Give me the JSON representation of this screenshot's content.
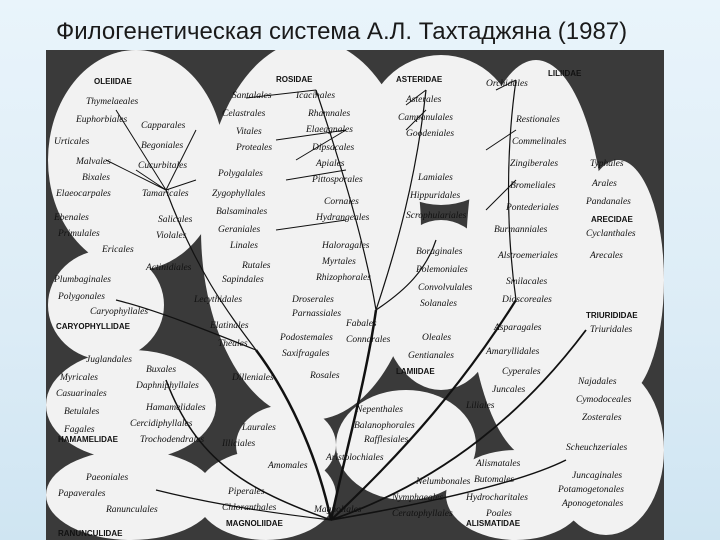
{
  "title": "Филогенетическая система А.Л. Тахтаджяна (1987)",
  "groups": {
    "oleiidae": "OLEIIDAE",
    "rosidae": "ROSIDAE",
    "asteridae": "ASTERIDAE",
    "liliidae": "LILIIDAE",
    "arecidae": "ARECIDAE",
    "caryophyllidae": "CARYOPHYLLIDAE",
    "triurididae": "TRIURIDIDAE",
    "lamiidae": "LAMIIDAE",
    "hamamelidae": "HAMAMELIDAE",
    "ranunculidae": "RANUNCULIDAE",
    "magnoliidae": "MAGNOLIIDAE",
    "alismatidae": "ALISMATIDAE"
  },
  "orders": [
    "Thymelaeales",
    "Euphorbiales",
    "Capparales",
    "Urticales",
    "Begoniales",
    "Malvales",
    "Cucurbitales",
    "Bixales",
    "Elaeocarpales",
    "Tamaricales",
    "Salicales",
    "Ebenales",
    "Violales",
    "Primulales",
    "Ericales",
    "Actinidiales",
    "Plumbaginales",
    "Polygonales",
    "Caryophyllales",
    "Juglandales",
    "Myricales",
    "Casuarinales",
    "Betulales",
    "Fagales",
    "Buxales",
    "Daphniphyllales",
    "Hamamelidales",
    "Cercidiphyllales",
    "Trochodendrales",
    "Paeoniales",
    "Papaverales",
    "Ranunculales",
    "Santalales",
    "Icacinales",
    "Celastrales",
    "Rhamnales",
    "Vitales",
    "Elaeagnales",
    "Proteales",
    "Dipsacales",
    "Polygalales",
    "Apiales",
    "Pittosporales",
    "Zygophyllales",
    "Balsaminales",
    "Cornales",
    "Hydrangeales",
    "Geraniales",
    "Linales",
    "Haloragales",
    "Rutales",
    "Myrtales",
    "Sapindales",
    "Rhizophorales",
    "Lecythidales",
    "Droserales",
    "Parnassiales",
    "Elatinales",
    "Podostemales",
    "Fabales",
    "Connarales",
    "Theales",
    "Saxifragales",
    "Dilleniales",
    "Rosales",
    "Laurales",
    "Illiciales",
    "Aristolochiales",
    "Amomales",
    "Piperales",
    "Chloranthales",
    "Magnoliales",
    "Asterales",
    "Campanulales",
    "Goodeniales",
    "Lamiales",
    "Hippuridales",
    "Scrophulariales",
    "Boraginales",
    "Polemoniales",
    "Convolvulales",
    "Solanales",
    "Oleales",
    "Gentianales",
    "Nepenthales",
    "Balanophorales",
    "Rafflesiales",
    "Nelumbonales",
    "Nymphaeales",
    "Ceratophyllales",
    "Orchidales",
    "Liliales",
    "Restionales",
    "Commelinales",
    "Zingiberales",
    "Bromeliales",
    "Pontederiales",
    "Burmanniales",
    "Alstroemeriales",
    "Smilacales",
    "Dioscoreales",
    "Asparagales",
    "Amaryllidales",
    "Cyperales",
    "Juncales",
    "Typhales",
    "Arales",
    "Pandanales",
    "Cyclanthales",
    "Arecales",
    "Triuridales",
    "Najadales",
    "Cymodoceales",
    "Zosterales",
    "Scheuchzeriales",
    "Juncaginales",
    "Potamogetonales",
    "Aponogetonales",
    "Alismatales",
    "Butomales",
    "Hydrocharitales",
    "Poales"
  ]
}
